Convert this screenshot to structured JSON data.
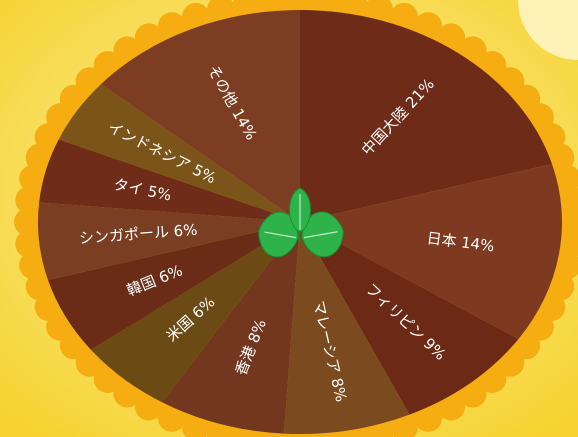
{
  "chart_data": {
    "type": "pie",
    "title": "",
    "categories": [
      "中国大陸",
      "日本",
      "フィリピン",
      "マレーシア",
      "香港",
      "米国",
      "韓国",
      "シンガポール",
      "タイ",
      "インドネシア",
      "その他"
    ],
    "values": [
      21,
      14,
      9,
      8,
      8,
      6,
      6,
      6,
      5,
      5,
      14
    ],
    "labels": [
      "中国大陸 21%",
      "日本 14%",
      "フィリピン 9%",
      "マレーシア 8%",
      "香港 8%",
      "米国 6%",
      "韓国 6%",
      "シンガポール 6%",
      "タイ 5%",
      "インドネシア 5%",
      "その他 14%"
    ],
    "unit": "%",
    "colors": [
      "#6e2b18",
      "#7d3a20",
      "#6c2a16",
      "#7b4a1e",
      "#73361f",
      "#6b4a14",
      "#6a2c16",
      "#7a3e22",
      "#6f2c19",
      "#7a5418",
      "#7c3d22"
    ],
    "legend": "none"
  },
  "style": {
    "background": "#f7d93b",
    "background_glow": "#fcf2a2",
    "rim_color": "#f5ad11",
    "leaf_color": "#2db34a",
    "leaf_vein_color": "#e9f7de",
    "label_color": "#ffffff"
  }
}
